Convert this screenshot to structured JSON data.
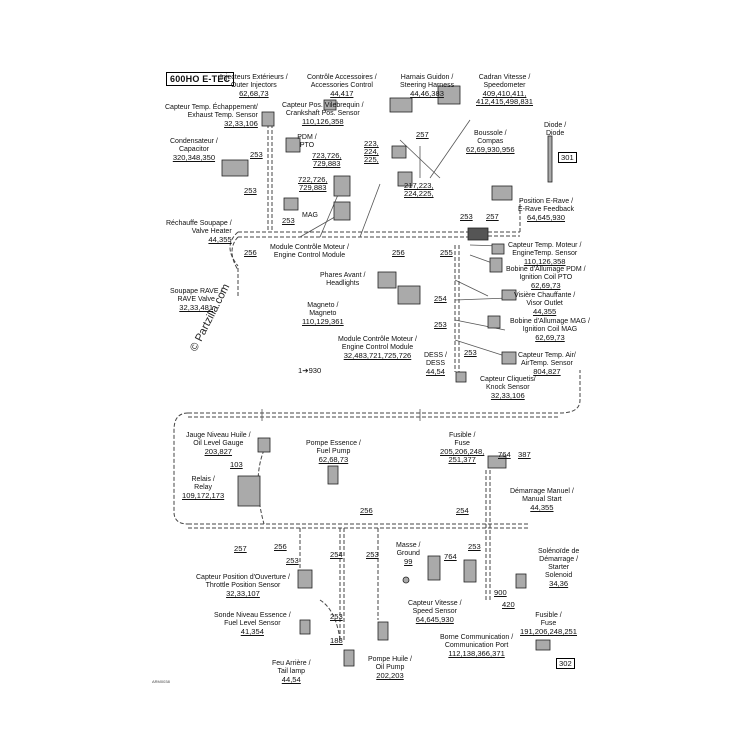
{
  "model_title": "600HO E-TEC",
  "watermark": "© Partzilla.com",
  "drawing_code": "ARM0038",
  "components": [
    {
      "name": "injectors",
      "fr": "Injecteurs Extérieurs /",
      "en": "Outer Injectors",
      "nums": "62,68,73"
    },
    {
      "name": "accessories-control",
      "fr": "Contrôle Accessoires /",
      "en": "Accessories Control",
      "nums": "44,417"
    },
    {
      "name": "steering-harness",
      "fr": "Harnais Guidon /",
      "en": "Steering Harness",
      "nums": "44,46,383"
    },
    {
      "name": "speedometer",
      "fr": "Cadran Vitesse /",
      "en": "Speedometer",
      "nums": "409,410,411,",
      "nums2": "412,415,498,831"
    },
    {
      "name": "exhaust-temp-sensor",
      "fr": "Capteur Temp. Échappement/",
      "en": "Exhaust Temp. Sensor",
      "nums": "32,33,106"
    },
    {
      "name": "crankshaft-sensor",
      "fr": "Capteur Pos. Vilebrequin /",
      "en": "Crankshaft Pos. Sensor",
      "nums": "110,126,358"
    },
    {
      "name": "condenser",
      "fr": "Condensateur /",
      "en": "Capacitor",
      "nums": "320,348,350"
    },
    {
      "name": "compass",
      "fr": "Boussole /",
      "en": "Compas",
      "nums": "62,69,930,956"
    },
    {
      "name": "diode",
      "fr": "Diode /",
      "en": "Diode",
      "nums": ""
    },
    {
      "name": "rave-feedback",
      "fr": "Position E-Rave /",
      "en": "E-Rave Feedback",
      "nums": "64,645,930"
    },
    {
      "name": "valve-heater",
      "fr": "Réchauffe Soupape /",
      "en": "Valve Heater",
      "nums": "44,355"
    },
    {
      "name": "engine-control-module-top",
      "fr": "Module Contrôle Moteur /",
      "en": "Engine Control Module",
      "nums": ""
    },
    {
      "name": "engine-temp-sensor",
      "fr": "Capteur Temp. Moteur /",
      "en": "EngineTemp. Sensor",
      "nums": "110,126,358"
    },
    {
      "name": "ignition-coil-pto",
      "fr": "Bobine d'Allumage PDM /",
      "en": "Ignition Coil PTO",
      "nums": "62,69,73"
    },
    {
      "name": "headlights",
      "fr": "Phares Avant /",
      "en": "Headlights",
      "nums": ""
    },
    {
      "name": "rave-valve",
      "fr": "Soupape RAVE /",
      "en": "RAVE Valve",
      "nums": "32,33,481"
    },
    {
      "name": "visor-outlet",
      "fr": "Visière Chauffante /",
      "en": "Visor Outlet",
      "nums": "44,355"
    },
    {
      "name": "magneto",
      "fr": "Magneto /",
      "en": "Magneto",
      "nums": "110,129,361"
    },
    {
      "name": "ignition-coil-mag",
      "fr": "Bobine d'Allumage MAG /",
      "en": "Ignition Coil MAG",
      "nums": "62,69,73"
    },
    {
      "name": "engine-control-module",
      "fr": "Module Contrôle Moteur /",
      "en": "Engine Control Module",
      "nums": "32,483,721,725,726"
    },
    {
      "name": "air-temp-sensor",
      "fr": "Capteur Temp. Air/",
      "en": "AirTemp. Sensor",
      "nums": "804,827"
    },
    {
      "name": "dess",
      "fr": "DESS /",
      "en": "DESS",
      "nums": "44,54"
    },
    {
      "name": "knock-sensor",
      "fr": "Capteur Cliquetis/",
      "en": "Knock Sensor",
      "nums": "32,33,106"
    },
    {
      "name": "oil-level-gauge",
      "fr": "Jauge Niveau Huile /",
      "en": "Oil Level Gauge",
      "nums": "203,827"
    },
    {
      "name": "fuel-pump",
      "fr": "Pompe Essence /",
      "en": "Fuel Pump",
      "nums": "62,68,73"
    },
    {
      "name": "fuse-top",
      "fr": "Fusible /",
      "en": "Fuse",
      "nums": "205,206,248,",
      "nums2": "251,377"
    },
    {
      "name": "relay",
      "fr": "Relais /",
      "en": "Relay",
      "nums": "109,172,173"
    },
    {
      "name": "manual-start",
      "fr": "Démarrage Manuel /",
      "en": "Manual Start",
      "nums": "44,355"
    },
    {
      "name": "ground",
      "fr": "Masse /",
      "en": "Ground",
      "nums": "99"
    },
    {
      "name": "throttle-sensor",
      "fr": "Capteur Position d'Ouverture /",
      "en": "Throttle Position Sensor",
      "nums": "32,33,107"
    },
    {
      "name": "starter-solenoid",
      "fr": "Solénoïde de",
      "fr2": "Démarrage /",
      "en": "Starter",
      "en2": "Solenoid",
      "nums": "34,36"
    },
    {
      "name": "speed-sensor",
      "fr": "Capteur Vitesse /",
      "en": "Speed Sensor",
      "nums": "64,645,930"
    },
    {
      "name": "fuel-level-sensor",
      "fr": "Sonde Niveau Essence /",
      "en": "Fuel Level Sensor",
      "nums": "41,354"
    },
    {
      "name": "fuse-bottom",
      "fr": "Fusible /",
      "en": "Fuse",
      "nums": "191,206,248,251"
    },
    {
      "name": "communication-port",
      "fr": "Borne Communication /",
      "en": "Communication Port",
      "nums": "112,138,366,371"
    },
    {
      "name": "tail-lamp",
      "fr": "Feu Arrière /",
      "en": "Tail lamp",
      "nums": "44,54"
    },
    {
      "name": "oil-pump",
      "fr": "Pompe Huile /",
      "en": "Oil Pump",
      "nums": "202,203"
    }
  ],
  "short_labels": {
    "pdm_pto": "PDM / PTO",
    "mag": "MAG",
    "crank_nums_1": "723,726,",
    "crank_nums_2": "729,883",
    "mag_nums_1": "722,726,",
    "mag_nums_2": "729,883",
    "compass_refs_1": "223,",
    "compass_refs_2": "224,",
    "compass_refs_3": "225,",
    "ref_217": "217,223,",
    "ref_224": "224,225,"
  },
  "refs": [
    "253",
    "253",
    "253",
    "256",
    "256",
    "257",
    "257",
    "253",
    "255",
    "254",
    "253",
    "253",
    "1➔930",
    "103",
    "256",
    "254",
    "257",
    "256",
    "253",
    "254",
    "253",
    "764",
    "253",
    "764",
    "387",
    "900",
    "420",
    "188",
    "253",
    "301",
    "302"
  ]
}
